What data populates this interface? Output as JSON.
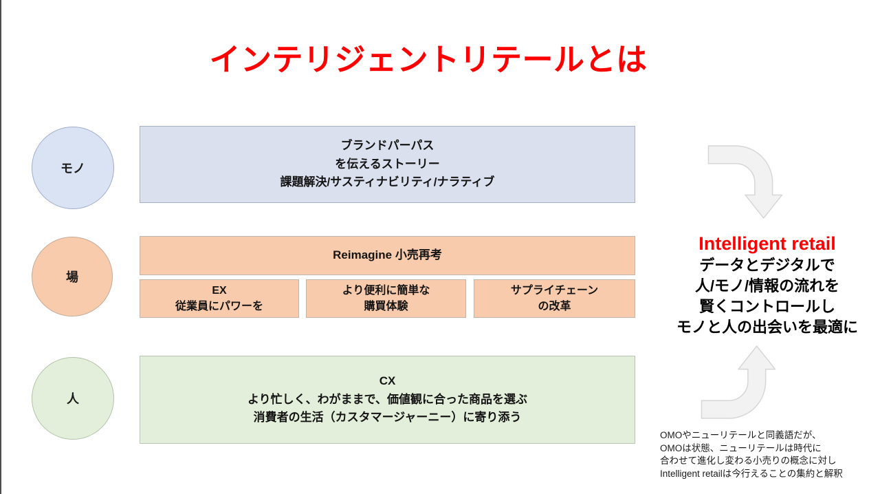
{
  "title": "インテリジェントリテールとは",
  "sections": {
    "mono": {
      "label": "モノ",
      "lines": [
        "ブランドパーパス",
        "を伝えるストーリー",
        "課題解決/サスティナビリティ/ナラティブ"
      ]
    },
    "ba": {
      "label": "場",
      "reimagine_label": "Reimagine 小売再考",
      "boxes": [
        [
          "EX",
          "従業員にパワーを"
        ],
        [
          "より便利に簡単な",
          "購買体験"
        ],
        [
          "サプライチェーン",
          "の改革"
        ]
      ]
    },
    "hito": {
      "label": "人",
      "lines": [
        "CX",
        "より忙しく、わがままで、価値観に合った商品を選ぶ",
        "消費者の生活（カスタマージャーニー）に寄り添う"
      ]
    }
  },
  "right": {
    "heading": "Intelligent retail",
    "lines": [
      "データとデジタルで",
      "人/モノ/情報の流れを",
      "賢くコントロールし",
      "モノと人の出会いを最適に"
    ],
    "footnote_lines": [
      "OMOやニューリテールと同義語だが、",
      "OMOは状態、ニューリテールは時代に",
      "合わせて進化し変わる小売りの概念に対し",
      "Intelligent retailは今行えることの集約と解釈"
    ]
  },
  "colors": {
    "title_red": "#ff0000",
    "blue_fill": "#dae0ee",
    "orange_fill": "#f8cbad",
    "green_fill": "#e3efda",
    "arrow_fill": "#f2f2f2",
    "arrow_border": "#d6d6d6"
  }
}
